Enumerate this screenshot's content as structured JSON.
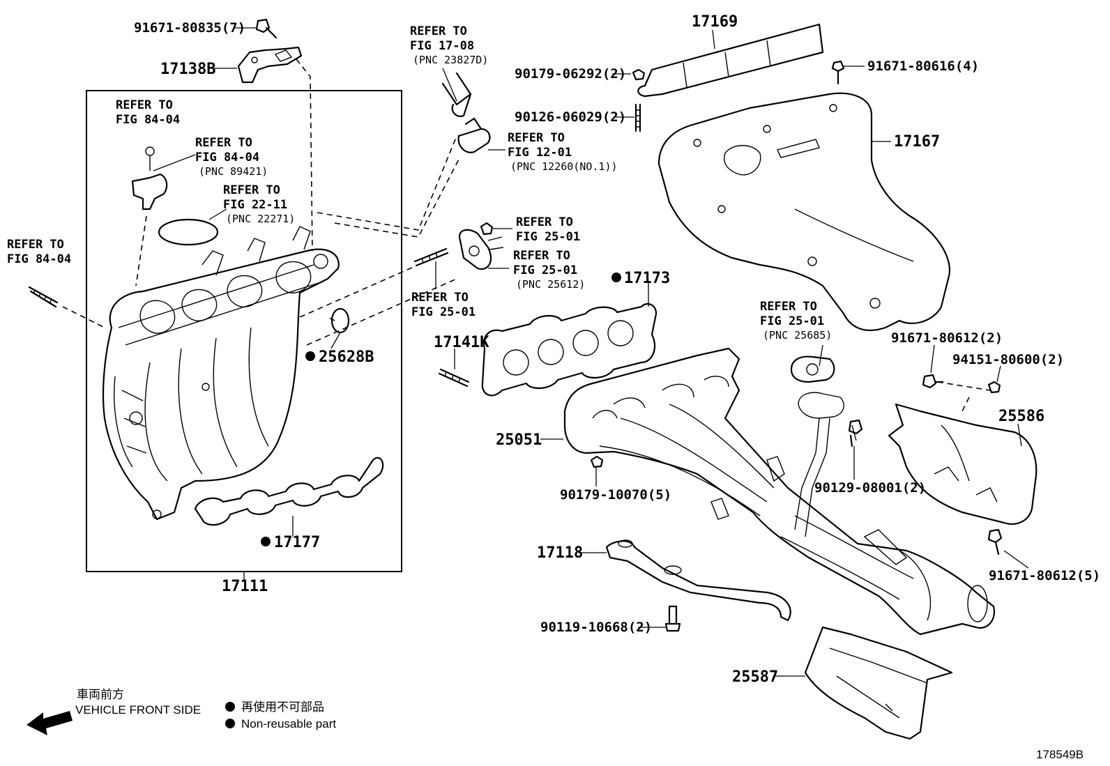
{
  "part_labels": {
    "p91671_80835": "91671-80835(7)",
    "p17138B": "17138B",
    "p17111": "17111",
    "p17177": "17177",
    "p25628B": "25628B",
    "p17169": "17169",
    "p90179_06292": "90179-06292(2)",
    "p91671_80616": "91671-80616(4)",
    "p90126_06029": "90126-06029(2)",
    "p17167": "17167",
    "p17173": "17173",
    "p17141K": "17141K",
    "p25051": "25051",
    "p90179_10070": "90179-10070(5)",
    "p91671_80612a": "91671-80612(2)",
    "p94151_80600": "94151-80600(2)",
    "p25586": "25586",
    "p90129_08001": "90129-08001(2)",
    "p91671_80612b": "91671-80612(5)",
    "p17118": "17118",
    "p90119_10668": "90119-10668(2)",
    "p25587": "25587"
  },
  "references": {
    "r_fig_17_08_a": "REFER TO",
    "r_fig_17_08_b": "FIG 17-08",
    "r_fig_17_08_c": "(PNC 23827D)",
    "r_fig_12_01_a": "REFER TO",
    "r_fig_12_01_b": "FIG 12-01",
    "r_fig_12_01_c": "(PNC 12260(NO.1))",
    "r_fig_84_04_top_a": "REFER TO",
    "r_fig_84_04_top_b": "FIG 84-04",
    "r_fig_84_04_pnc_a": "REFER TO",
    "r_fig_84_04_pnc_b": "FIG 84-04",
    "r_fig_84_04_pnc_c": "(PNC 89421)",
    "r_fig_22_11_a": "REFER TO",
    "r_fig_22_11_b": "FIG 22-11",
    "r_fig_22_11_c": "(PNC 22271)",
    "r_fig_84_04_left_a": "REFER TO",
    "r_fig_84_04_left_b": "FIG 84-04",
    "r_fig_25_01_nut_a": "REFER TO",
    "r_fig_25_01_nut_b": "FIG 25-01",
    "r_fig_25_01_gasket_a": "REFER TO",
    "r_fig_25_01_gasket_b": "FIG 25-01",
    "r_fig_25_01_gasket_c": "(PNC 25612)",
    "r_fig_25_01_stud_a": "REFER TO",
    "r_fig_25_01_stud_b": "FIG 25-01",
    "r_fig_25_01_right_a": "REFER TO",
    "r_fig_25_01_right_b": "FIG 25-01",
    "r_fig_25_01_right_c": "(PNC 25685)"
  },
  "legend": {
    "front_jp": "車両前方",
    "front_en": "VEHICLE FRONT SIDE",
    "nonreuse_jp": "再使用不可部品",
    "nonreuse_en": "Non-reusable part"
  },
  "figure_id": "178549B"
}
